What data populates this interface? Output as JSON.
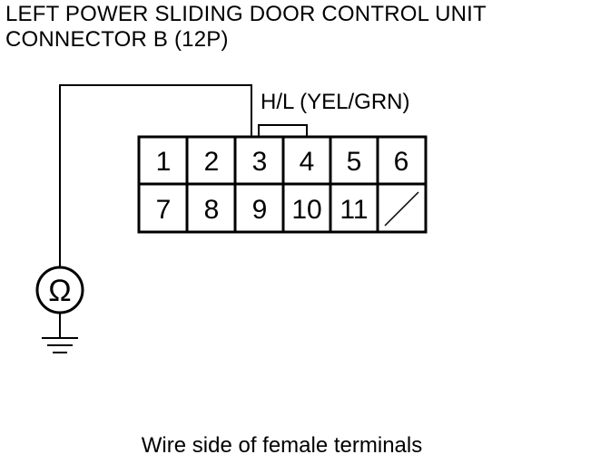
{
  "title": {
    "line1": "LEFT POWER SLIDING DOOR CONTROL UNIT",
    "line2": "CONNECTOR B (12P)"
  },
  "wire_label": "H/L (YEL/GRN)",
  "meter_symbol": "Ω",
  "connector": {
    "row1": [
      "1",
      "2",
      "3",
      "4",
      "5",
      "6"
    ],
    "row2": [
      "7",
      "8",
      "9",
      "10",
      "11",
      ""
    ]
  },
  "caption": "Wire side of female terminals"
}
